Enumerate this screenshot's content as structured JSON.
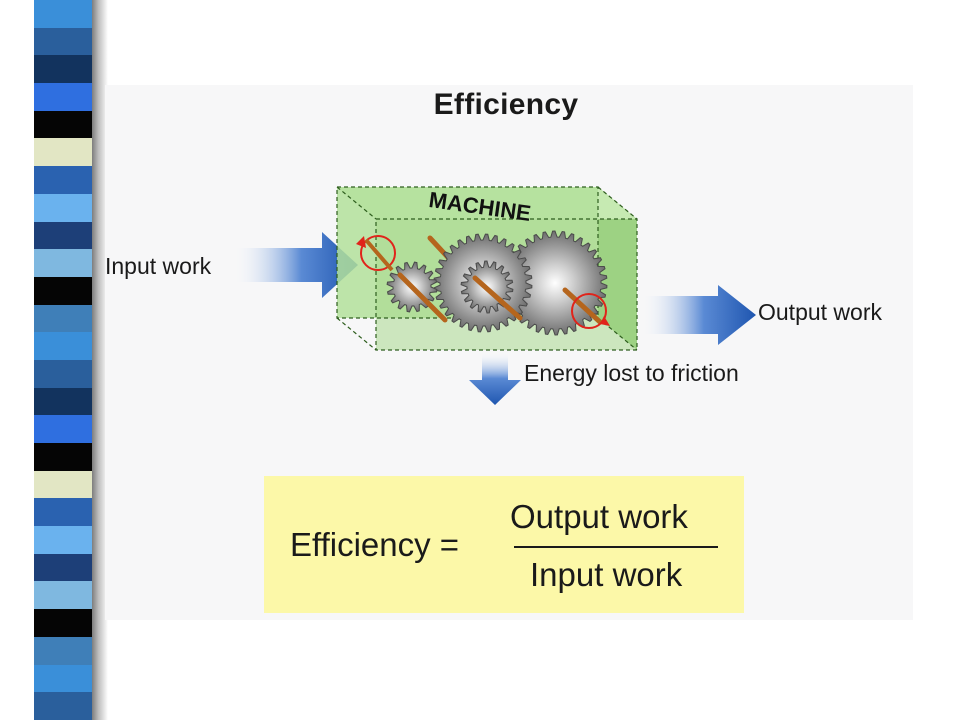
{
  "title": "Efficiency",
  "machine_label": "MACHINE",
  "labels": {
    "input": "Input work",
    "output": "Output work",
    "friction": "Energy lost to friction"
  },
  "formula": {
    "left": "Efficiency =",
    "numerator": "Output work",
    "denominator": "Input work"
  },
  "colors": {
    "arrow_blue": "#1f56b0",
    "machine_green": "#a9d98e",
    "formula_bg": "#fcf8a8",
    "rotation_marker": "#e0241b",
    "stripe": [
      "#3a8fd9",
      "#2a5f9c",
      "#12335e",
      "#2f6fe0",
      "#050505",
      "#e2e6c4",
      "#2a62b0",
      "#6ab2ee",
      "#1d3f78",
      "#7fb8e0",
      "#050505",
      "#3f7fb8"
    ]
  }
}
